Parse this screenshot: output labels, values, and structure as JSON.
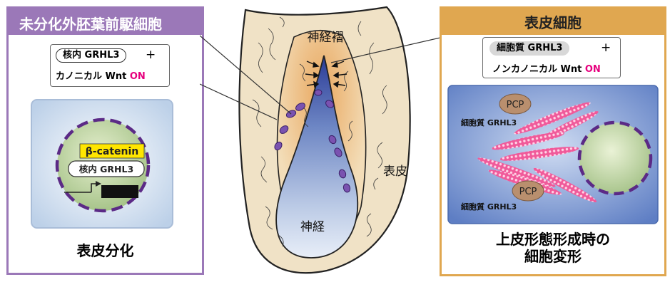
{
  "colors": {
    "left_accent": "#9b78b8",
    "right_accent": "#e0a750",
    "on_magenta": "#e6007e",
    "neural_blue": "#2d3d9a",
    "tissue_tan": "#f0e2c6",
    "cell_purple": "#7a52b0"
  },
  "left_panel": {
    "header": "未分化外胚葉前駆細胞",
    "nuclear_pill": "核内 GRHL3",
    "plus": "+",
    "wnt_prefix": "カノニカル Wnt ",
    "wnt_on": "ON",
    "cell": {
      "beta_catenin": "β-catenin",
      "nuclear_label": "核内 GRHL3"
    },
    "caption": "表皮分化"
  },
  "center": {
    "neural_fold": "神経褶",
    "epidermis": "表皮",
    "neural": "神経"
  },
  "right_panel": {
    "header": "表皮細胞",
    "cytoplasmic_pill": "細胞質 GRHL3",
    "plus": "+",
    "wnt_prefix": "ノンカノニカル Wnt ",
    "wnt_on": "ON",
    "pcp_label": "PCP",
    "cyto_label": "細胞質 GRHL3",
    "caption_line1": "上皮形態形成時の",
    "caption_line2": "細胞変形"
  }
}
